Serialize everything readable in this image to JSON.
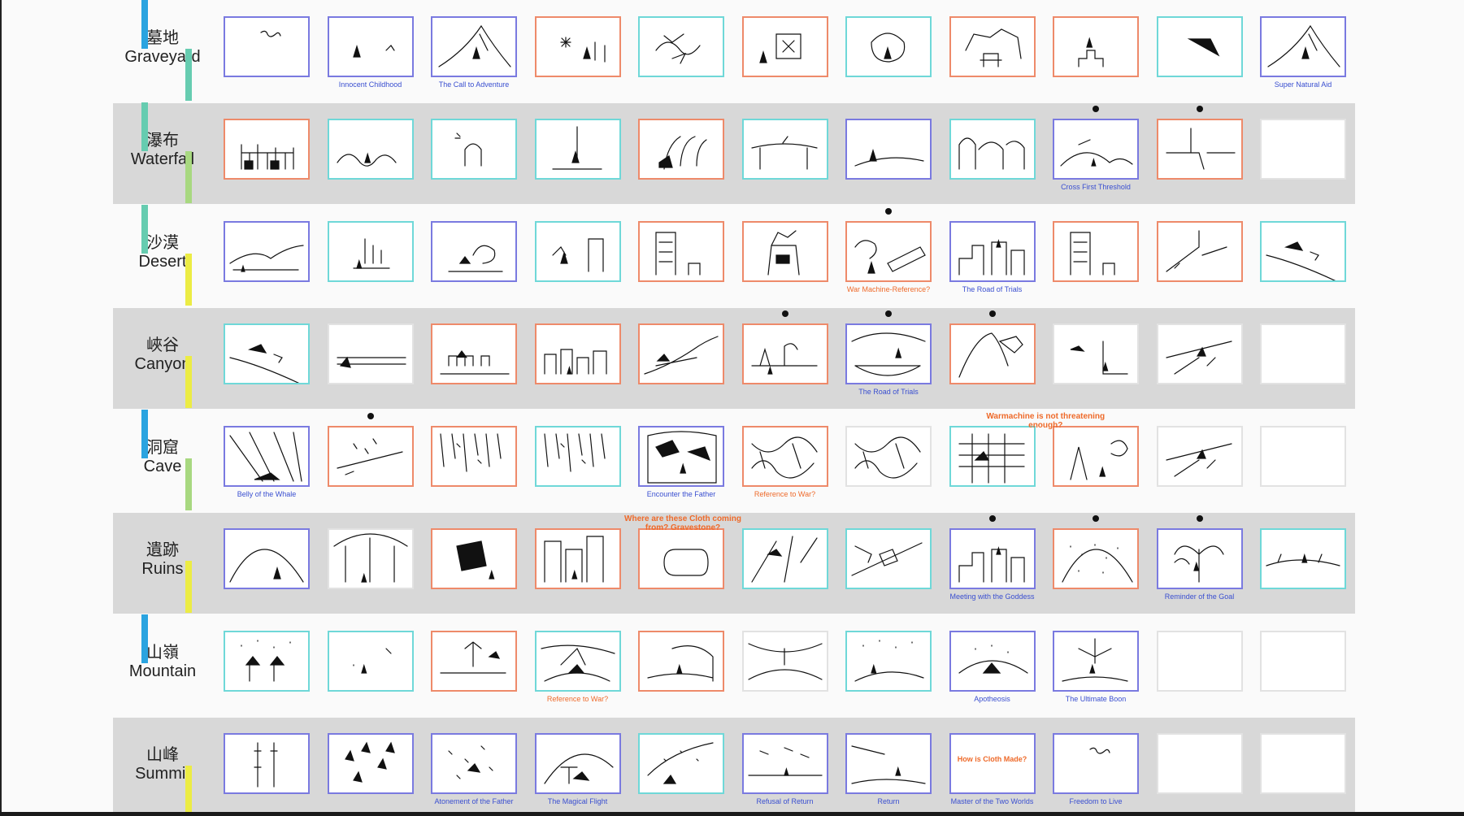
{
  "colors": {
    "band": "#d8d8d8",
    "border_blue": "#7a7ae0",
    "border_orange": "#ee8a6a",
    "border_cyan": "#6fd8d8",
    "border_grey": "#e2e2e2",
    "caption_blue": "#3a4fd0",
    "note_orange": "#ee6a2a",
    "rail_blue": "#2aa4e0",
    "rail_teal": "#66ccb0",
    "rail_green": "#a8d880",
    "rail_yellow": "#ecec44"
  },
  "rows": [
    {
      "zh": "墓地",
      "en": "Graveyard",
      "band": false,
      "frames": [
        {
          "border": "blue",
          "sketch": "blank-squiggle",
          "caption": ""
        },
        {
          "border": "blue",
          "sketch": "figure",
          "caption": "Innocent Childhood"
        },
        {
          "border": "blue",
          "sketch": "mountain-figure",
          "caption": "The Call to Adventure"
        },
        {
          "border": "orange",
          "sketch": "spiky",
          "caption": ""
        },
        {
          "border": "cyan",
          "sketch": "scribble",
          "caption": ""
        },
        {
          "border": "orange",
          "sketch": "structure",
          "caption": ""
        },
        {
          "border": "cyan",
          "sketch": "blob",
          "caption": ""
        },
        {
          "border": "orange",
          "sketch": "ruins",
          "caption": ""
        },
        {
          "border": "orange",
          "sketch": "steps",
          "caption": ""
        },
        {
          "border": "cyan",
          "sketch": "ray",
          "caption": ""
        },
        {
          "border": "blue",
          "sketch": "mountain-figure",
          "caption": "Super Natural Aid"
        }
      ]
    },
    {
      "zh": "瀑布",
      "en": "Waterfall",
      "band": true,
      "frames": [
        {
          "border": "orange",
          "sketch": "pillars",
          "caption": ""
        },
        {
          "border": "cyan",
          "sketch": "waves",
          "caption": ""
        },
        {
          "border": "cyan",
          "sketch": "arch",
          "caption": ""
        },
        {
          "border": "cyan",
          "sketch": "column",
          "caption": ""
        },
        {
          "border": "orange",
          "sketch": "falls",
          "caption": ""
        },
        {
          "border": "cyan",
          "sketch": "bridge",
          "caption": ""
        },
        {
          "border": "blue",
          "sketch": "figure-hill",
          "caption": ""
        },
        {
          "border": "cyan",
          "sketch": "cliffs",
          "caption": ""
        },
        {
          "border": "blue",
          "sketch": "hills",
          "caption": "Cross First Threshold",
          "dot": true
        },
        {
          "border": "orange",
          "sketch": "ledge",
          "caption": "",
          "dot": true
        },
        {
          "border": "grey",
          "sketch": "empty",
          "caption": ""
        }
      ]
    },
    {
      "zh": "沙漠",
      "en": "Desert",
      "band": false,
      "frames": [
        {
          "border": "blue",
          "sketch": "dunes",
          "caption": ""
        },
        {
          "border": "cyan",
          "sketch": "posts",
          "caption": ""
        },
        {
          "border": "blue",
          "sketch": "creature",
          "caption": ""
        },
        {
          "border": "cyan",
          "sketch": "gate",
          "caption": ""
        },
        {
          "border": "orange",
          "sketch": "tower",
          "caption": ""
        },
        {
          "border": "orange",
          "sketch": "machine",
          "caption": ""
        },
        {
          "border": "orange",
          "sketch": "vehicle",
          "caption": "War Machine-Reference?",
          "capColor": "orange",
          "dot": true
        },
        {
          "border": "blue",
          "sketch": "city",
          "caption": "The Road of Trials"
        },
        {
          "border": "orange",
          "sketch": "tower",
          "caption": ""
        },
        {
          "border": "orange",
          "sketch": "spire",
          "caption": ""
        },
        {
          "border": "cyan",
          "sketch": "slope",
          "caption": ""
        }
      ]
    },
    {
      "zh": "峽谷",
      "en": "Canyon",
      "band": true,
      "frames": [
        {
          "border": "cyan",
          "sketch": "slope",
          "caption": ""
        },
        {
          "border": "grey",
          "sketch": "horizon",
          "caption": ""
        },
        {
          "border": "orange",
          "sketch": "huts",
          "caption": ""
        },
        {
          "border": "orange",
          "sketch": "chimneys",
          "caption": ""
        },
        {
          "border": "orange",
          "sketch": "ridge",
          "caption": ""
        },
        {
          "border": "orange",
          "sketch": "camp",
          "caption": "",
          "dot": true
        },
        {
          "border": "blue",
          "sketch": "bowl",
          "caption": "The Road of Trials",
          "dot": true
        },
        {
          "border": "orange",
          "sketch": "peak",
          "caption": "",
          "dot": true
        },
        {
          "border": "grey",
          "sketch": "cliff-figure",
          "caption": ""
        },
        {
          "border": "grey",
          "sketch": "scatter",
          "caption": ""
        },
        {
          "border": "grey",
          "sketch": "empty",
          "caption": ""
        }
      ]
    },
    {
      "zh": "洞窟",
      "en": "Cave",
      "band": false,
      "frames": [
        {
          "border": "blue",
          "sketch": "cave-rays",
          "caption": "Belly of the Whale"
        },
        {
          "border": "orange",
          "sketch": "drops",
          "caption": "",
          "dot": true
        },
        {
          "border": "orange",
          "sketch": "stalactites",
          "caption": ""
        },
        {
          "border": "cyan",
          "sketch": "stalactites",
          "caption": ""
        },
        {
          "border": "blue",
          "sketch": "rocks",
          "caption": "Encounter the Father"
        },
        {
          "border": "orange",
          "sketch": "chaos",
          "caption": "Reference to War?",
          "capColor": "orange"
        },
        {
          "border": "grey",
          "sketch": "chaos",
          "caption": ""
        },
        {
          "border": "cyan",
          "sketch": "grid",
          "caption": ""
        },
        {
          "border": "orange",
          "sketch": "cone",
          "caption": ""
        },
        {
          "border": "grey",
          "sketch": "scatter",
          "caption": ""
        },
        {
          "border": "grey",
          "sketch": "empty",
          "caption": ""
        }
      ]
    },
    {
      "zh": "遺跡",
      "en": "Ruins",
      "band": true,
      "frames": [
        {
          "border": "blue",
          "sketch": "arch-figure",
          "caption": ""
        },
        {
          "border": "grey",
          "sketch": "dome",
          "caption": ""
        },
        {
          "border": "orange",
          "sketch": "dark-window",
          "caption": ""
        },
        {
          "border": "orange",
          "sketch": "buildings",
          "caption": ""
        },
        {
          "border": "orange",
          "sketch": "cylinder",
          "caption": ""
        },
        {
          "border": "cyan",
          "sketch": "wreck",
          "caption": ""
        },
        {
          "border": "cyan",
          "sketch": "diagonal",
          "caption": ""
        },
        {
          "border": "blue",
          "sketch": "city",
          "caption": "Meeting with the Goddess",
          "dot": true
        },
        {
          "border": "orange",
          "sketch": "dots",
          "caption": "",
          "dot": true
        },
        {
          "border": "blue",
          "sketch": "tree",
          "caption": "Reminder of the Goal",
          "dot": true
        },
        {
          "border": "cyan",
          "sketch": "meadow",
          "caption": ""
        }
      ]
    },
    {
      "zh": "山嶺",
      "en": "Mountain",
      "band": false,
      "frames": [
        {
          "border": "cyan",
          "sketch": "stars-trees",
          "caption": ""
        },
        {
          "border": "cyan",
          "sketch": "sparse",
          "caption": ""
        },
        {
          "border": "orange",
          "sketch": "birds",
          "caption": ""
        },
        {
          "border": "cyan",
          "sketch": "storm",
          "caption": "Reference to War?",
          "capColor": "orange"
        },
        {
          "border": "orange",
          "sketch": "hillside",
          "caption": ""
        },
        {
          "border": "grey",
          "sketch": "valley",
          "caption": ""
        },
        {
          "border": "cyan",
          "sketch": "stars-hill",
          "caption": ""
        },
        {
          "border": "blue",
          "sketch": "apex",
          "caption": "Apotheosis"
        },
        {
          "border": "blue",
          "sketch": "boon",
          "caption": "The Ultimate Boon"
        },
        {
          "border": "grey",
          "sketch": "empty",
          "caption": ""
        },
        {
          "border": "grey",
          "sketch": "empty",
          "caption": ""
        }
      ]
    },
    {
      "zh": "山峰",
      "en": "Summit",
      "band": true,
      "frames": [
        {
          "border": "blue",
          "sketch": "totem",
          "caption": ""
        },
        {
          "border": "blue",
          "sketch": "flock",
          "caption": ""
        },
        {
          "border": "blue",
          "sketch": "swarm",
          "caption": "Atonement of the Father"
        },
        {
          "border": "blue",
          "sketch": "flight",
          "caption": "The Magical Flight"
        },
        {
          "border": "cyan",
          "sketch": "wind",
          "caption": ""
        },
        {
          "border": "blue",
          "sketch": "plain",
          "caption": "Refusal of Return"
        },
        {
          "border": "blue",
          "sketch": "return",
          "caption": "Return"
        },
        {
          "border": "blue",
          "sketch": "text",
          "caption": "Master of the Two Worlds",
          "frameText": "How is Cloth Made?"
        },
        {
          "border": "blue",
          "sketch": "blank-squiggle",
          "caption": "Freedom to Live"
        },
        {
          "border": "grey",
          "sketch": "empty",
          "caption": ""
        },
        {
          "border": "grey",
          "sketch": "empty",
          "caption": ""
        }
      ]
    }
  ],
  "notes": [
    {
      "text": "Where are these Cloth coming from? Gravestone?",
      "row": 5,
      "col": 4
    },
    {
      "text": "Warmachine is not threatening enough?",
      "row": 4,
      "col": 7.5
    }
  ],
  "rail": [
    {
      "row": 0,
      "color": "blue",
      "side": "left"
    },
    {
      "row": 0,
      "color": "teal",
      "side": "right"
    },
    {
      "row": 1,
      "color": "teal",
      "side": "left"
    },
    {
      "row": 1,
      "color": "green",
      "side": "right"
    },
    {
      "row": 2,
      "color": "teal",
      "side": "left"
    },
    {
      "row": 2,
      "color": "yellow",
      "side": "right"
    },
    {
      "row": 3,
      "color": "yellow",
      "side": "right"
    },
    {
      "row": 4,
      "color": "green",
      "side": "right"
    },
    {
      "row": 4,
      "color": "blue",
      "side": "left"
    },
    {
      "row": 5,
      "color": "green",
      "side": "right"
    },
    {
      "row": 5,
      "color": "yellow",
      "side": "right"
    },
    {
      "row": 6,
      "color": "blue",
      "side": "left"
    },
    {
      "row": 7,
      "color": "yellow",
      "side": "right"
    }
  ]
}
